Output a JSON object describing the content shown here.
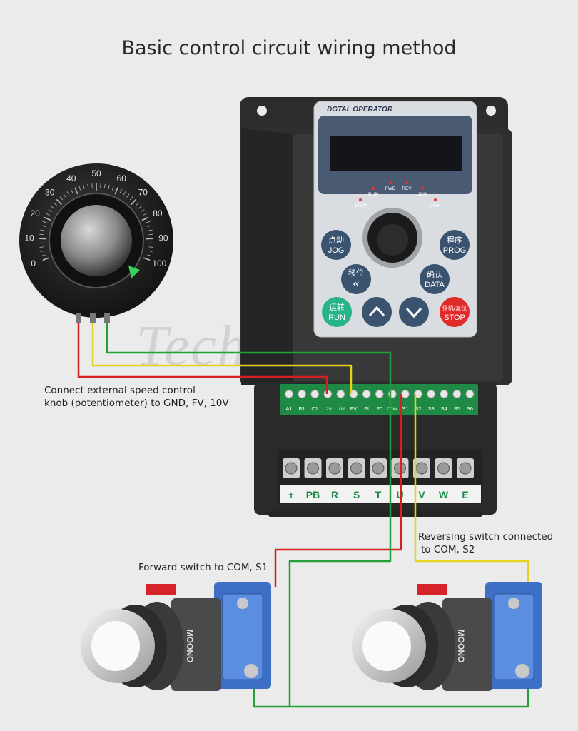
{
  "title": "Basic control circuit wiring method",
  "watermark": "Techno Envio",
  "notes": {
    "potentiometer": [
      "Connect external speed control",
      "knob (potentiometer) to GND, FV, 10V"
    ],
    "reverse": [
      "Reversing switch connected",
      "to COM, S2"
    ],
    "forward": "Forward switch to COM, S1"
  },
  "dial": {
    "scale": [
      "0",
      "10",
      "20",
      "30",
      "40",
      "50",
      "60",
      "70",
      "80",
      "90",
      "100"
    ]
  },
  "operator": {
    "header": "DGTAL OPERATOR",
    "indicators": [
      "STOP",
      "RUN",
      "FWD",
      "REV",
      "JOG",
      "LINK"
    ],
    "buttons": {
      "jog": [
        "点动",
        "JOG"
      ],
      "prog": [
        "程序",
        "PROG"
      ],
      "shift": [
        "移位",
        "«"
      ],
      "data": [
        "确认",
        "DATA"
      ],
      "run": [
        "运转",
        "RUN"
      ],
      "stop": [
        "停机/复位",
        "STOP"
      ]
    }
  },
  "control_terminals": [
    "A1",
    "B1",
    "C1",
    "12V",
    "10V",
    "FV",
    "FI",
    "F0",
    "COM",
    "S1",
    "S2",
    "S3",
    "S4",
    "S5",
    "S6"
  ],
  "power_terminals": [
    "+",
    "PB",
    "R",
    "S",
    "T",
    "U",
    "V",
    "W",
    "E"
  ],
  "switch_brand": "MOONO",
  "colors": {
    "red_wire": "#d42020",
    "yellow_wire": "#e6d21e",
    "green_wire": "#23a03a",
    "terminal_board": "#1e8a45"
  }
}
